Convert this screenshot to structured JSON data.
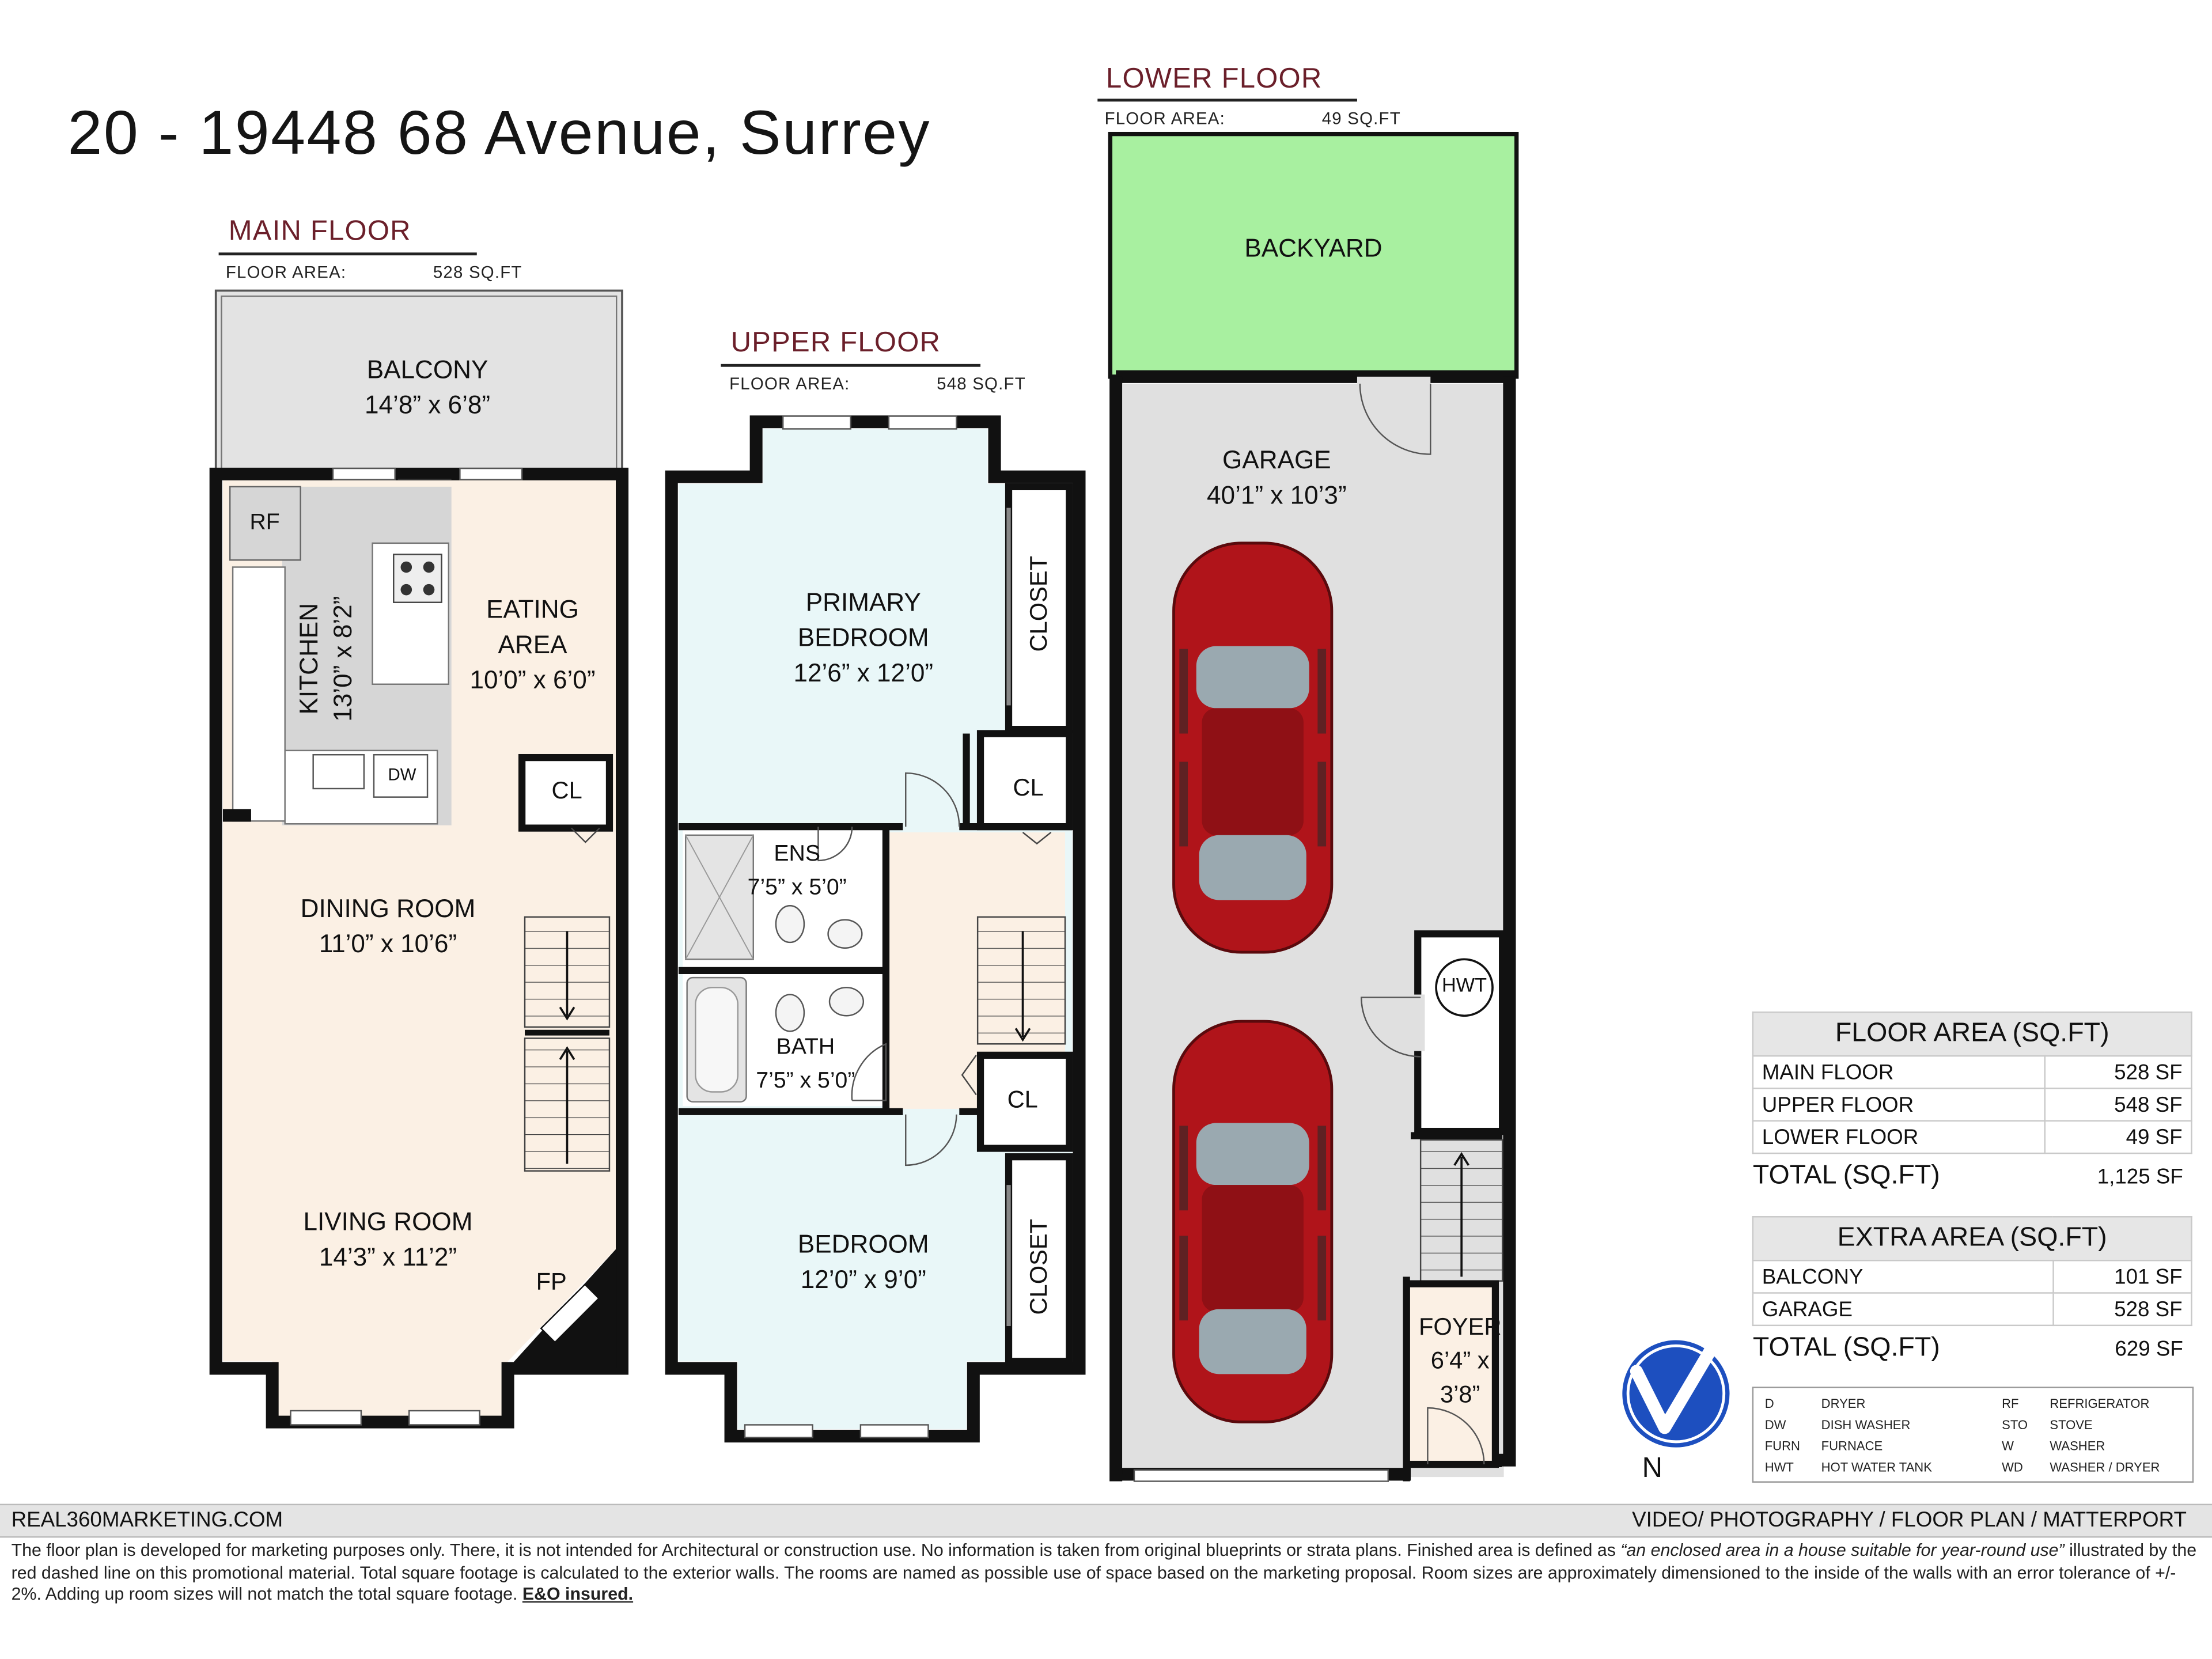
{
  "title": "20 - 19448 68 Avenue, Surrey",
  "main_floor": {
    "heading": "MAIN FLOOR",
    "area_label": "FLOOR AREA:",
    "area_value": "528 SQ.FT",
    "rooms": {
      "balcony": {
        "name": "BALCONY",
        "size": "14’8” x 6’8”"
      },
      "rf": "RF",
      "kitchen": {
        "name": "KITCHEN",
        "size": "13’0” x 8’2”"
      },
      "eating": {
        "name1": "EATING",
        "name2": "AREA",
        "size": "10’0” x 6’0”"
      },
      "dw": "DW",
      "cl": "CL",
      "dining": {
        "name": "DINING ROOM",
        "size": "11’0” x 10’6”"
      },
      "living": {
        "name": "LIVING ROOM",
        "size": "14’3” x 11’2”"
      },
      "fp": "FP"
    }
  },
  "upper_floor": {
    "heading": "UPPER FLOOR",
    "area_label": "FLOOR AREA:",
    "area_value": "548 SQ.FT",
    "rooms": {
      "primary": {
        "name1": "PRIMARY",
        "name2": "BEDROOM",
        "size": "12’6” x 12’0”"
      },
      "closet_top": "CLOSET",
      "cl1": "CL",
      "ens": {
        "name": "ENS",
        "size": "7’5” x 5’0”"
      },
      "bath": {
        "name": "BATH",
        "size": "7’5” x 5’0”"
      },
      "cl2": "CL",
      "bedroom": {
        "name": "BEDROOM",
        "size": "12’0” x 9’0”"
      },
      "closet_bottom": "CLOSET"
    }
  },
  "lower_floor": {
    "heading": "LOWER FLOOR",
    "area_label": "FLOOR AREA:",
    "area_value": "49 SQ.FT",
    "rooms": {
      "backyard": "BACKYARD",
      "garage": {
        "name": "GARAGE",
        "size": "40’1” x 10’3”"
      },
      "hwt": "HWT",
      "foyer": {
        "name": "FOYER",
        "size1": "6’4” x",
        "size2": "3’8”"
      }
    }
  },
  "floor_area_table": {
    "heading": "FLOOR AREA (SQ.FT)",
    "rows": [
      {
        "label": "MAIN FLOOR",
        "value": "528 SF"
      },
      {
        "label": "UPPER FLOOR",
        "value": "548 SF"
      },
      {
        "label": "LOWER FLOOR",
        "value": "49 SF"
      }
    ],
    "total_label": "TOTAL (SQ.FT)",
    "total_value": "1,125 SF"
  },
  "extra_area_table": {
    "heading": "EXTRA AREA (SQ.FT)",
    "rows": [
      {
        "label": "BALCONY",
        "value": "101 SF"
      },
      {
        "label": "GARAGE",
        "value": "528 SF"
      }
    ],
    "total_label": "TOTAL (SQ.FT)",
    "total_value": "629 SF"
  },
  "legend": [
    {
      "code": "D",
      "desc": "DRYER",
      "code2": "RF",
      "desc2": "REFRIGERATOR"
    },
    {
      "code": "DW",
      "desc": "DISH WASHER",
      "code2": "STO",
      "desc2": "STOVE"
    },
    {
      "code": "FURN",
      "desc": "FURNACE",
      "code2": "W",
      "desc2": "WASHER"
    },
    {
      "code": "HWT",
      "desc": "HOT WATER TANK",
      "code2": "WD",
      "desc2": "WASHER / DRYER"
    }
  ],
  "compass_label": "N",
  "footer": {
    "website": "REAL360MARKETING.COM",
    "services": "VIDEO/ PHOTOGRAPHY / FLOOR PLAN / MATTERPORT",
    "disclaimer_1": "The floor plan is developed for marketing purposes only. There, it is not intended for Architectural or construction use. No information is  taken from original blueprints or strata plans. Finished area is defined as ",
    "disclaimer_quote": "“an enclosed area in a house suitable for year-round use”",
    "disclaimer_2": " illustrated by the red dashed line on this promotional material. Total square footage is calculated to the exterior walls. The rooms are named as possible use of space based on the marketing proposal. Room sizes are approximately dimensioned to the inside of the walls with an error tolerance of +/- 2%. Adding up room sizes will not match the total square footage. ",
    "disclaimer_eo": "E&O insured."
  },
  "colors": {
    "wall": "#111111",
    "balcony_fill": "#e3e3e3",
    "kitchen_fill": "#d6d6d6",
    "main_floor_fill": "#fbf0e4",
    "bedroom_fill": "#e9f7f8",
    "backyard_fill": "#a8f0a0",
    "garage_fill": "#e0e0e0",
    "car_red": "#b0141a",
    "heading_color": "#6b1f2a",
    "logo_blue": "#1d4fbf"
  }
}
